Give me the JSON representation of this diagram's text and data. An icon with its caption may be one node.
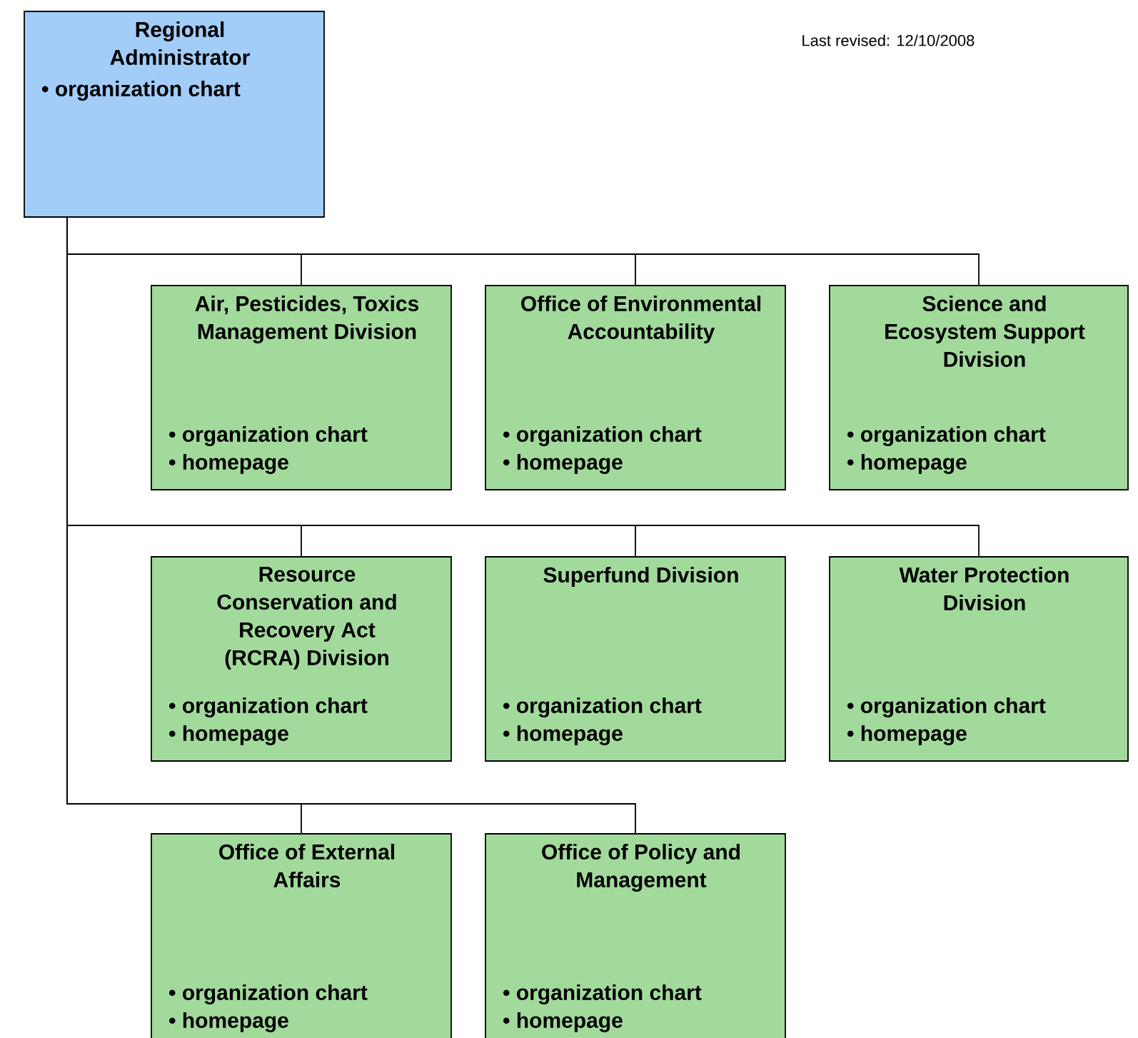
{
  "diagram": {
    "nodes": [
      {
        "text": [
          "Regional Administrator",
          "• organization chart"
        ]
      },
      {
        "text": [
          "Air, Pesticides, Toxics Management Division",
          "• organization chart",
          "• homepage"
        ]
      },
      {
        "text": [
          "Office of Environmental Accountability",
          "• organization chart",
          "• homepage"
        ]
      },
      {
        "text": [
          "Science and Ecosystem Support Division",
          "• organization chart",
          "• homepage"
        ]
      },
      {
        "text": [
          "Resource Conservation and Recovery Act (RCRA) Division",
          "• organization chart",
          "• homepage"
        ]
      },
      {
        "text": [
          "Superfund Division",
          "• organization chart",
          "• homepage"
        ]
      },
      {
        "text": [
          "Water Protection Division",
          "• organization chart",
          "• homepage"
        ]
      },
      {
        "text": [
          "Office of External Affairs",
          "• organization chart",
          "• homepage"
        ]
      },
      {
        "text": [
          "Office of Policy and Management",
          "• organization chart",
          "• homepage"
        ]
      }
    ],
    "edges": [
      {
        "from": 0,
        "to": 1,
        "arrow": "none"
      },
      {
        "from": 0,
        "to": 2,
        "arrow": "none"
      },
      {
        "from": 0,
        "to": 3,
        "arrow": "none"
      },
      {
        "from": 0,
        "to": 4,
        "arrow": "none"
      },
      {
        "from": 0,
        "to": 5,
        "arrow": "none"
      },
      {
        "from": 0,
        "to": 6,
        "arrow": "none"
      },
      {
        "from": 0,
        "to": 7,
        "arrow": "none"
      },
      {
        "from": 0,
        "to": 8,
        "arrow": "none"
      }
    ],
    "labels": [
      "Last revised:  12/10/2008"
    ]
  }
}
